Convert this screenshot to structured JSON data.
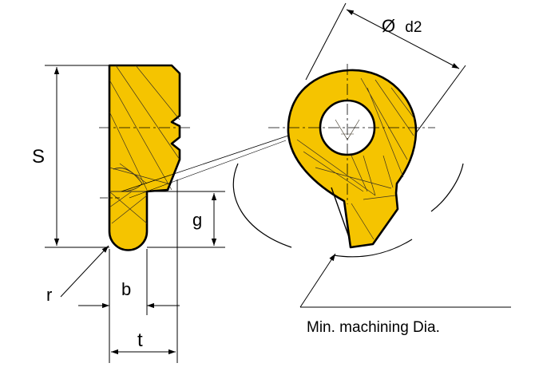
{
  "labels": {
    "S": "S",
    "g": "g",
    "r": "r",
    "b": "b",
    "t": "t",
    "diameter_symbol": "Ø",
    "d2": "d2",
    "min_machining_dia": "Min. machining Dia."
  },
  "colors": {
    "insert_fill": "#F5C400",
    "outline": "#000000",
    "background": "#FFFFFF"
  }
}
